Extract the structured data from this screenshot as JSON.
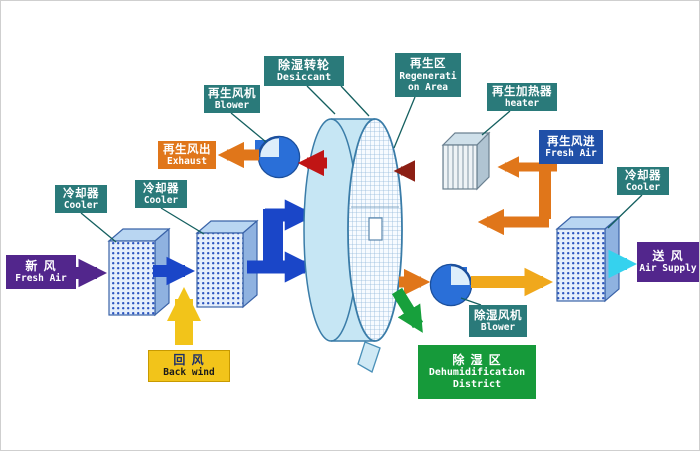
{
  "labels": {
    "desiccant_wheel": {
      "zh": "除湿转轮",
      "en": "Desiccant"
    },
    "regeneration_area": {
      "zh": "再生区",
      "en_line1": "Regenerati",
      "en_line2": "on Area"
    },
    "regen_blower": {
      "zh": "再生风机",
      "en": "Blower"
    },
    "regen_heater": {
      "zh": "再生加热器",
      "en": "heater"
    },
    "exhaust": {
      "zh": "再生风出",
      "en": "Exhaust"
    },
    "regen_fresh_air": {
      "zh": "再生风进",
      "en": "Fresh Air"
    },
    "cooler_left": {
      "zh": "冷却器",
      "en": "Cooler"
    },
    "cooler_mid": {
      "zh": "冷却器",
      "en": "Cooler"
    },
    "cooler_right": {
      "zh": "冷却器",
      "en": "Cooler"
    },
    "fresh_air": {
      "zh": "新 风",
      "en": "Fresh Air"
    },
    "air_supply": {
      "zh": "送 风",
      "en": "Air Supply"
    },
    "back_wind": {
      "zh": "回 风",
      "en": "Back wind"
    },
    "dehumid_blower": {
      "zh": "除湿风机",
      "en": "Blower"
    },
    "dehumid_district": {
      "zh": "除 湿 区",
      "en_line1": "Dehumidification",
      "en_line2": "District"
    }
  },
  "colors": {
    "label_teal": "#2a7a7a",
    "label_orange": "#e0761a",
    "label_blue": "#2050a8",
    "label_purple": "#52268c",
    "label_yellow": "#f2c41a",
    "label_green": "#169a3a",
    "arrow_blue": "#1a46c8",
    "arrow_purple": "#52268c",
    "arrow_yellow": "#f2c41a",
    "arrow_red": "#c01515",
    "arrow_maroon": "#8c1f14",
    "arrow_orange": "#e0761a",
    "arrow_amber": "#f0a81c",
    "arrow_cyan": "#35d2ee",
    "arrow_green": "#17a03c"
  }
}
